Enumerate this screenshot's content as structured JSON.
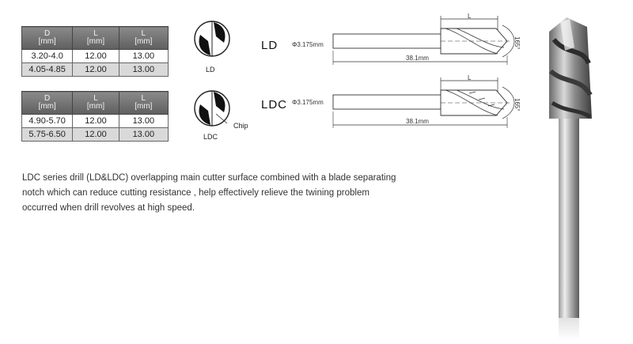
{
  "tables": [
    {
      "headers": [
        {
          "sym": "D",
          "unit": "[mm]"
        },
        {
          "sym": "L",
          "unit": "[mm]"
        },
        {
          "sym": "L",
          "unit": "[mm]"
        }
      ],
      "rows": [
        [
          "3.20-4.0",
          "12.00",
          "13.00"
        ],
        [
          "4.05-4.85",
          "12.00",
          "13.00"
        ]
      ]
    },
    {
      "headers": [
        {
          "sym": "D",
          "unit": "[mm]"
        },
        {
          "sym": "L",
          "unit": "[mm]"
        },
        {
          "sym": "L",
          "unit": "[mm]"
        }
      ],
      "rows": [
        [
          "4.90-5.70",
          "12.00",
          "13.00"
        ],
        [
          "5.75-6.50",
          "12.00",
          "13.00"
        ]
      ]
    }
  ],
  "cross_sections": [
    {
      "caption": "LD"
    },
    {
      "caption": "LDC",
      "callout": "Chip"
    }
  ],
  "drawings": [
    {
      "name": "LD",
      "shank_dia": "Φ3.175mm",
      "length_label": "L",
      "overall": "38.1mm",
      "angle": "165°"
    },
    {
      "name": "LDC",
      "shank_dia": "Φ3.175mm",
      "length_label": "L",
      "overall": "38.1mm",
      "angle": "165°"
    }
  ],
  "description": [
    "LDC series drill (LD&LDC) overlapping main cutter surface combined with a blade separating",
    "notch which can reduce cutting resistance , help effectively relieve the twining problem",
    "occurred when drill revolves at high speed."
  ],
  "colors": {
    "header_bg": "#6f6f6f",
    "alt_row": "#d9d9d9",
    "text": "#333333"
  }
}
